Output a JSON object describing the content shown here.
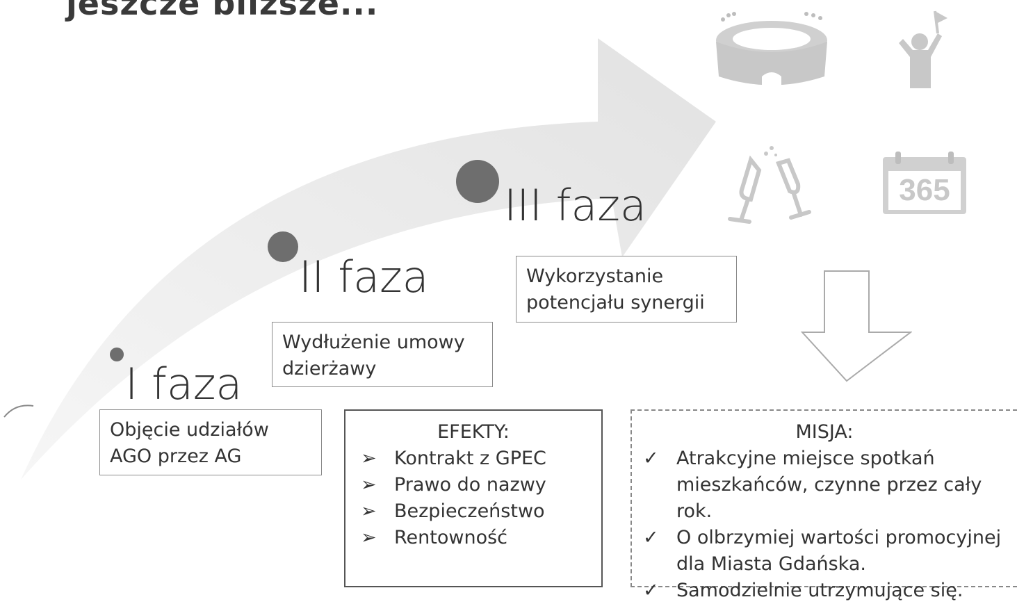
{
  "title": "jeszcze bliższe...",
  "phases": [
    {
      "label": "I faza",
      "box": [
        "Objęcie udziałów",
        "AGO przez AG"
      ]
    },
    {
      "label": "II faza",
      "box": [
        "Wydłużenie umowy",
        "dzierżawy"
      ]
    },
    {
      "label": "III faza",
      "box": [
        "Wykorzystanie",
        "potencjału synergii"
      ]
    }
  ],
  "effects": {
    "heading": "EFEKTY:",
    "marker": "➢",
    "items": [
      "Kontrakt z GPEC",
      "Prawo do nazwy",
      "Bezpieczeństwo",
      "Rentowność"
    ]
  },
  "mission": {
    "heading": "MISJA:",
    "marker": "✓",
    "items": [
      [
        "Atrakcyjne miejsce spotkań",
        "mieszkańców, czynne przez cały rok."
      ],
      [
        "O olbrzymiej wartości promocyjnej",
        "dla Miasta Gdańska."
      ],
      [
        "Samodzielnie utrzymujące się."
      ]
    ]
  },
  "icons": {
    "stadium": "stadium-icon",
    "fan": "fan-icon",
    "glasses": "champagne-glasses-icon",
    "calendar": "calendar-icon",
    "calendar_text": "365",
    "down_arrow": "down-arrow-icon"
  },
  "colors": {
    "icon_gray": "#cfcfcf",
    "dot": "#6e6e6e",
    "arrow": "#e6e6e6"
  }
}
